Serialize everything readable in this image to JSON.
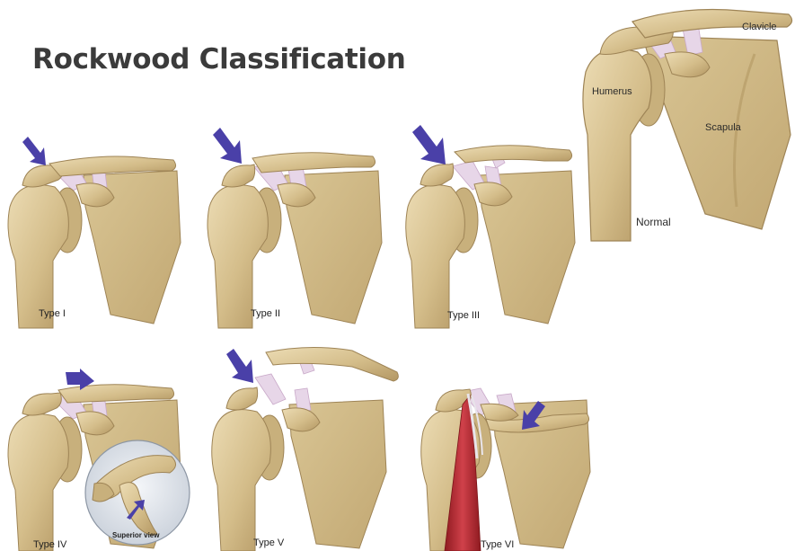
{
  "title": "Rockwood Classification",
  "colors": {
    "bone": "#dcc89a",
    "bone_shadow": "#b89c64",
    "ligament": "#e7d6e8",
    "arrow": "#4a40a8",
    "muscle": "#b8232b"
  },
  "normal": {
    "label": "Normal",
    "clavicle_label": "Clavicle",
    "humerus_label": "Humerus",
    "scapula_label": "Scapula"
  },
  "panels": [
    {
      "label": "Type I",
      "arrow_icon": "down-right-arrow-icon"
    },
    {
      "label": "Type II",
      "arrow_icon": "down-right-arrow-icon"
    },
    {
      "label": "Type III",
      "arrow_icon": "down-right-arrow-icon"
    },
    {
      "label": "Type IV",
      "arrow_icon": "right-arrow-icon",
      "inset_label": "Superior view"
    },
    {
      "label": "Type V",
      "arrow_icon": "down-right-arrow-icon"
    },
    {
      "label": "Type VI",
      "arrow_icon": "down-left-arrow-icon"
    }
  ]
}
